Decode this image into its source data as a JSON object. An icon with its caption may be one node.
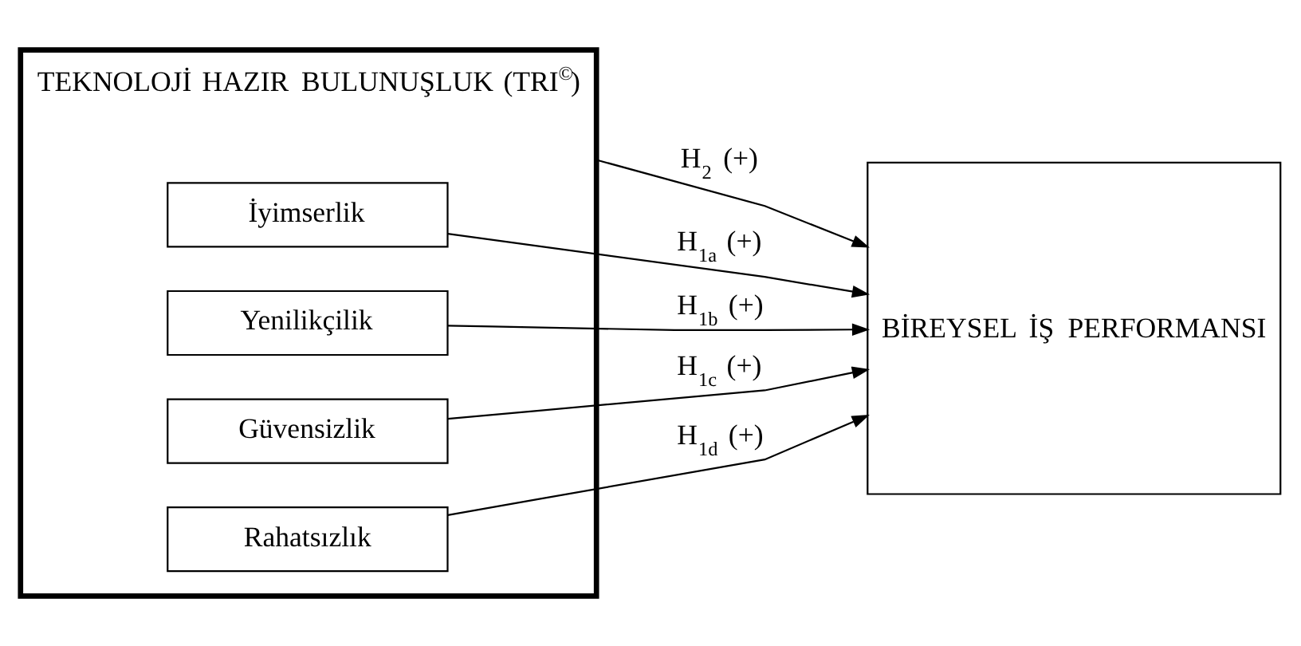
{
  "diagram": {
    "nodes": [
      {
        "text": [
          "TEKNOLOJİ HAZIR BULUNUŞLUK (TRI$^{©}$)"
        ]
      },
      {
        "text": [
          "İyimserlik"
        ],
        "in": 0
      },
      {
        "text": [
          "Yenilikçilik"
        ],
        "in": 0
      },
      {
        "text": [
          "Güvensizlik"
        ],
        "in": 0
      },
      {
        "text": [
          "Rahatsızlık"
        ],
        "in": 0
      },
      {
        "text": [
          "BİREYSEL İŞ PERFORMANSI"
        ]
      }
    ],
    "edges": [
      {
        "from": 0,
        "to": 5,
        "arrow": "to",
        "label": "H$_{2}$ (+)"
      },
      {
        "from": 1,
        "to": 5,
        "arrow": "to",
        "label": "H$_{1a}$ (+)"
      },
      {
        "from": 2,
        "to": 5,
        "arrow": "to",
        "label": "H$_{1b}$ (+)"
      },
      {
        "from": 3,
        "to": 5,
        "arrow": "to",
        "label": "H$_{1c}$ (+)"
      },
      {
        "from": 4,
        "to": 5,
        "arrow": "to",
        "label": "H$_{1d}$ (+)"
      }
    ]
  }
}
